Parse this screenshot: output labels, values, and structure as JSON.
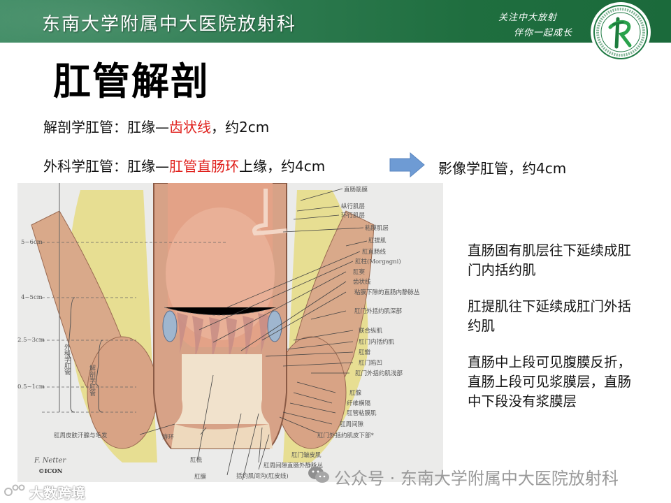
{
  "header": {
    "title": "东南大学附属中大医院放射科",
    "slogan_line1": "关注中大放射",
    "slogan_line2": "伴你一起成长",
    "logo_icon": "hospital-r-logo-icon",
    "colors": {
      "band": "#2f7c52",
      "text": "#ffffff"
    }
  },
  "slide": {
    "title": "肛管解剖",
    "line1": {
      "prefix": "解剖学肛管：肛缘—",
      "highlight": "齿状线",
      "suffix": "，约2cm"
    },
    "line2": {
      "prefix": "外科学肛管：肛缘—",
      "highlight": "肛管直肠环",
      "suffix": "上缘，约4cm"
    },
    "arrow_icon": "right-arrow-icon",
    "line3": "影像学肛管，约4cm",
    "highlight_color": "#e0201c",
    "arrow_color": "#6e9bd4"
  },
  "figure": {
    "left_scale": [
      "5~6cm",
      "4~5cm",
      "2.5~3cm",
      "0.5~1cm"
    ],
    "vertical_labels": {
      "surgical": "外科学肛管",
      "anatomical": "解剖学肛管"
    },
    "right_labels": [
      "直肠筋膜",
      "纵行肌层",
      "环行肌层",
      "粘膜肌层",
      "肛提肌",
      "肛直肠线",
      "肛柱(Morgagni)",
      "肛窦",
      "齿状线",
      "粘膜下隙的直肠内静脉丛",
      "肛门外括约肌深部",
      "联合纵肌",
      "肛门内括约肌",
      "肛瓣",
      "肛门陷凹",
      "肛门外括约肌浅部",
      "肛腺",
      "纤维横隔",
      "肛管粘膜肌",
      "肛周间隙",
      "肛门外括约肌皮下部*"
    ],
    "bottom_labels": [
      "肛周皮肤汗腺与毛发",
      "痔环",
      "肛梳",
      "肛膜",
      "肛门皱皮肌",
      "肛周间隙直肠外静脉丛",
      "括约肌间沟(肛皮线)"
    ],
    "signature": "F. Netter",
    "publisher": "©ICON"
  },
  "notes": [
    "直肠固有肌层往下延续成肛门内括约肌",
    "肛提肌往下延续成肛门外括约肌",
    "直肠中上段可见腹膜反折，直肠上段可见浆膜层，直肠中下段没有浆膜层"
  ],
  "watermarks": {
    "wechat_icon": "wechat-icon",
    "wechat_text": "公众号 · 东南大学附属中大医院放射科",
    "brand_icon": "brand-logo-icon",
    "brand_text": "大数跨境"
  }
}
